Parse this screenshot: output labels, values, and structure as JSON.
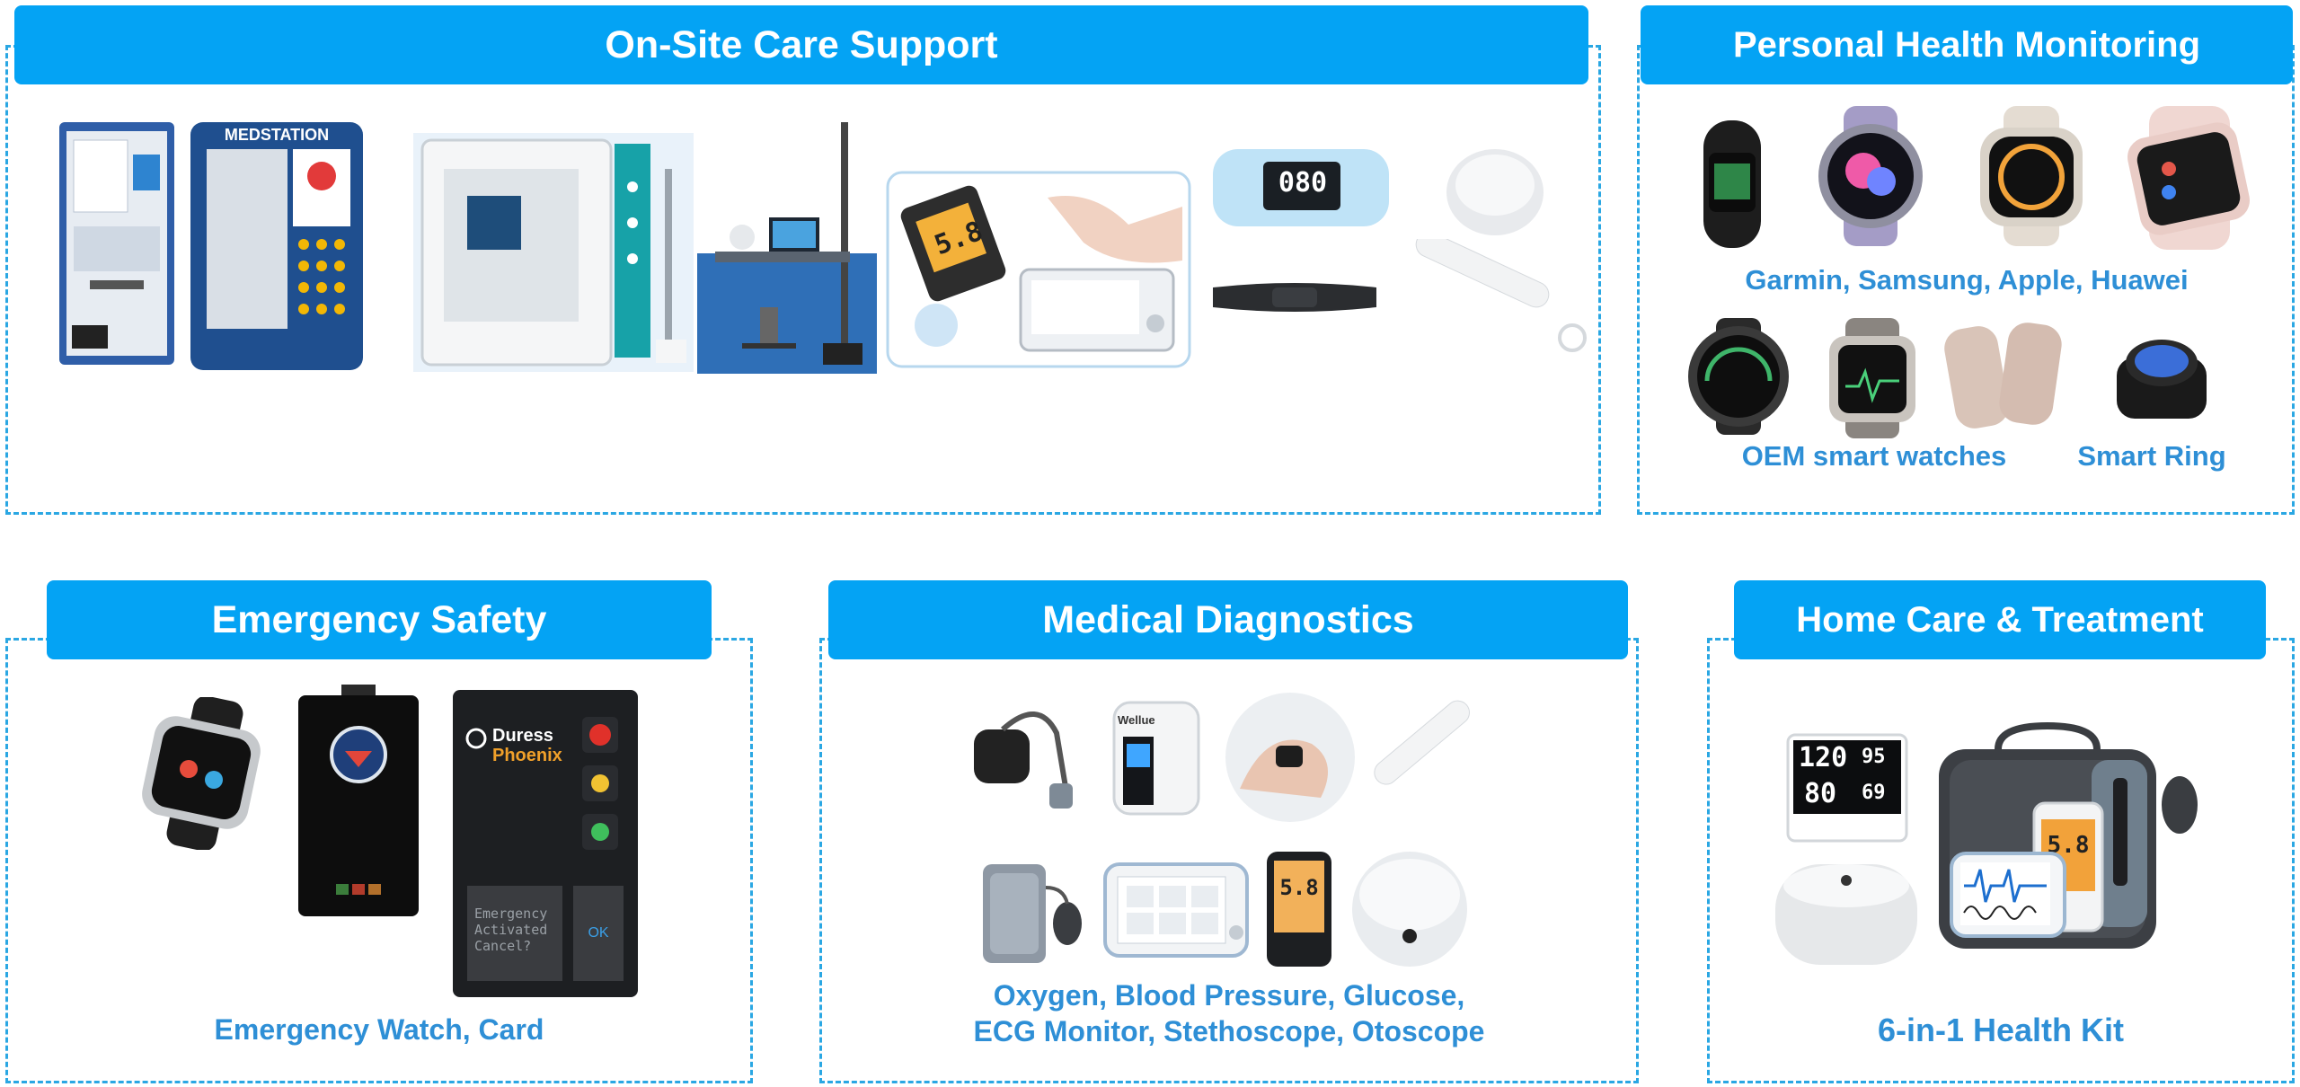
{
  "colors": {
    "accent": "#04a3f4",
    "border": "#2aa7e3",
    "caption": "#2e8fd6"
  },
  "onsite": {
    "title": "On-Site Care Support",
    "medstation_label": "MEDSTATION",
    "spo2_reading": "080",
    "glucose_reading": "5.8"
  },
  "personal": {
    "title": "Personal Health Monitoring",
    "brands_caption": "Garmin, Samsung, Apple, Huawei",
    "oem_caption": "OEM smart watches",
    "ring_caption": "Smart Ring"
  },
  "emergency": {
    "title": "Emergency Safety",
    "caption": "Emergency Watch, Card",
    "card_brand_1": "Duress",
    "card_brand_2": "Phoenix",
    "card_screen": "Emergency Activated Cancel?",
    "card_ok": "OK"
  },
  "diagnostics": {
    "title": "Medical Diagnostics",
    "brand_label": "Wellue",
    "glucose_reading": "5.8",
    "caption_line1": "Oxygen, Blood Pressure, Glucose,",
    "caption_line2": "ECG Monitor, Stethoscope, Otoscope"
  },
  "homecare": {
    "title": "Home Care & Treatment",
    "bp_sys": "120",
    "bp_pulse": "95",
    "bp_dia": "80",
    "bp_extra": "69",
    "glucose_reading": "5.8",
    "caption": "6-in-1 Health Kit"
  }
}
